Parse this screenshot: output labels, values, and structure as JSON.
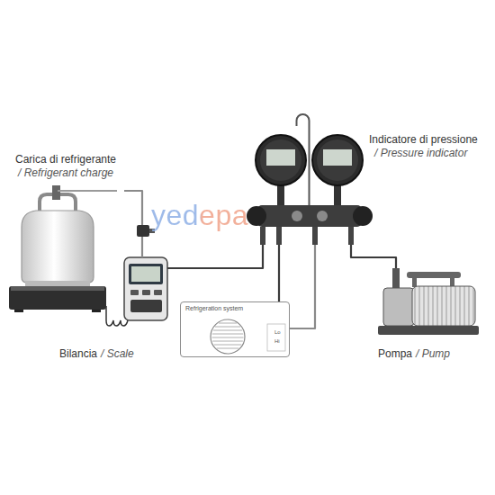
{
  "diagram": {
    "nodes": [
      {
        "text": [
          "Carica di refrigerante",
          "/ Refrigerant charge"
        ]
      },
      {
        "text": [
          "Bilancia",
          "/ Scale"
        ]
      },
      {
        "text": [
          "Refrigeration system",
          "Lo",
          "Hi"
        ]
      },
      {
        "text": [
          "Indicatore di pressione",
          "/ Pressure indicator"
        ]
      },
      {
        "text": [
          "Pompa",
          "/ Pump"
        ]
      }
    ],
    "edges": [
      {
        "from": 0,
        "to": 1,
        "arrow": "none"
      },
      {
        "from": 1,
        "to": 3,
        "arrow": "none"
      },
      {
        "from": 3,
        "to": 2,
        "arrow": "none"
      },
      {
        "from": 3,
        "to": 2,
        "arrow": "none"
      },
      {
        "from": 3,
        "to": 4,
        "arrow": "none"
      }
    ],
    "labels": [
      "yedepa"
    ]
  }
}
